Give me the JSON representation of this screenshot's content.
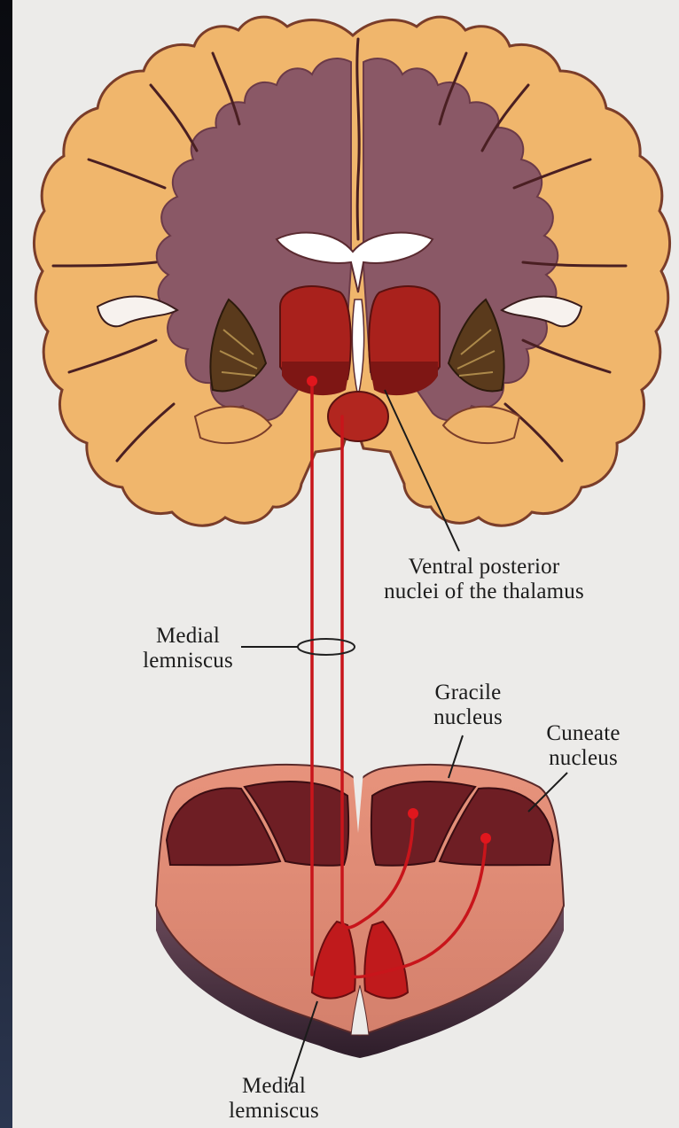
{
  "labels": {
    "ventral_posterior": "Ventral posterior\nnuclei of the thalamus",
    "medial_lemniscus_upper": "Medial\nlemniscus",
    "gracile_nucleus": "Gracile\nnucleus",
    "cuneate_nucleus": "Cuneate\nnucleus",
    "medial_lemniscus_lower": "Medial\nlemniscus"
  },
  "colors": {
    "background": "#ecebe9",
    "cortex_gray_matter": "#f0b66c",
    "white_matter": "#8a5866",
    "thalamus": "#a9211c",
    "pathway": "#c8151b",
    "medulla_tissue": "#e19078",
    "medulla_nuclei": "#6e1e24",
    "basal_ganglia": "#5a3a1c"
  }
}
